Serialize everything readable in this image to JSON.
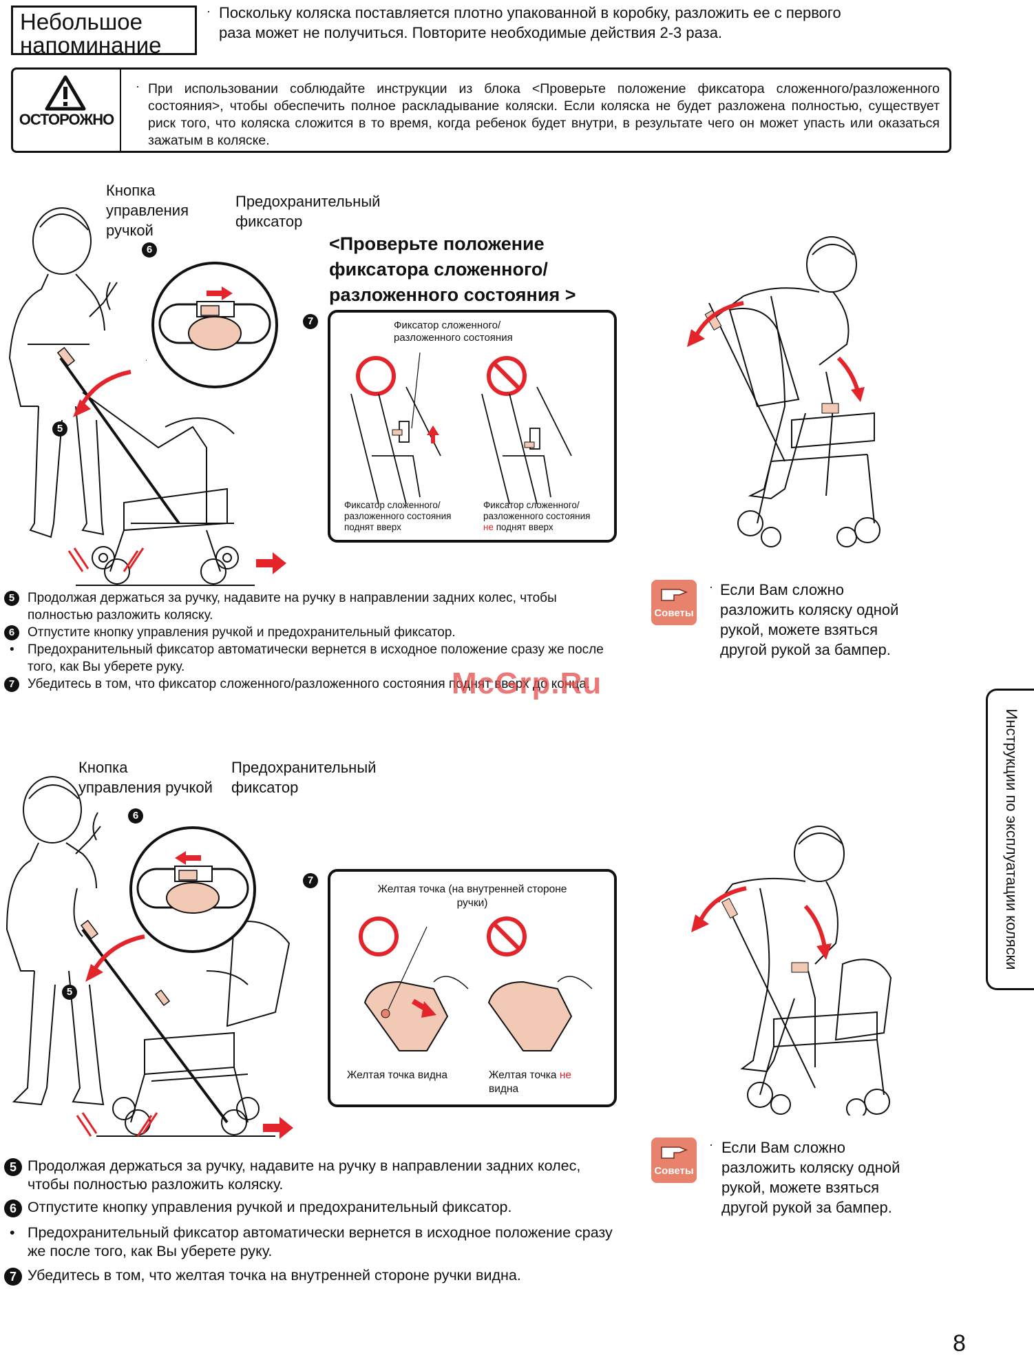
{
  "reminder": {
    "label_line1": "Небольшое",
    "label_line2": "напоминание",
    "text": "Поскольку коляска поставляется плотно упакованной в коробку, разложить ее с первого раза может не получиться. Повторите необходимые действия 2-3 раза."
  },
  "caution": {
    "label": "ОСТОРОЖНО",
    "text": "При использовании соблюдайте инструкции из блока <Проверьте положение фиксатора сложенного/разложенного состояния>, чтобы обеспечить полное раскладывание коляски. Если коляска не будет разложена полностью, существует риск того, что коляска сложится в то время, когда ребенок будет внутри, в результате чего он может упасть или оказаться зажатым в коляске."
  },
  "section1": {
    "label_button": [
      "Кнопка",
      "управления",
      "ручкой"
    ],
    "label_lock": [
      "Предохранительный",
      "фиксатор"
    ],
    "heading": [
      "<Проверьте положение",
      "фиксатора сложенного/",
      "разложенного состояния >"
    ],
    "panel_title": [
      "Фиксатор сложенного/",
      "разложенного состояния"
    ],
    "panel_ok": [
      "Фиксатор сложенного/",
      "разложенного состояния",
      "поднят вверх"
    ],
    "panel_ng_line1": "Фиксатор сложенного/",
    "panel_ng_line2": "разложенного состояния",
    "panel_ng_not": "не",
    "panel_ng_rest": " поднят вверх",
    "steps": [
      {
        "n": "5",
        "text": "Продолжая держаться за ручку, надавите на ручку в направлении задних колес, чтобы полностью разложить коляску."
      },
      {
        "n": "6",
        "text": "Отпустите кнопку управления ручкой и предохранительный фиксатор."
      },
      {
        "n": "•",
        "text": "Предохранительный фиксатор автоматически вернется в исходное положение сразу же после того, как Вы уберете руку."
      },
      {
        "n": "7",
        "text": "Убедитесь в том, что фиксатор сложенного/разложенного состояния поднят вверх до конца."
      }
    ],
    "tips_label": "Советы",
    "tips_text": [
      "Если Вам сложно",
      "разложить коляску одной",
      "рукой, можете взяться",
      "другой рукой за бампер."
    ]
  },
  "section2": {
    "label_button": [
      "Кнопка",
      "управления ручкой"
    ],
    "label_lock": [
      "Предохранительный",
      "фиксатор"
    ],
    "panel_title": [
      "Желтая точка (на внутренней стороне",
      "ручки)"
    ],
    "panel_ok": "Желтая точка видна",
    "panel_ng_pre": "Желтая точка ",
    "panel_ng_not": "не",
    "panel_ng_rest": "видна",
    "steps": [
      {
        "n": "5",
        "text": "Продолжая держаться за ручку, надавите на ручку в направлении задних колес, чтобы полностью разложить коляску."
      },
      {
        "n": "6",
        "text": "Отпустите кнопку управления ручкой и предохранительный фиксатор."
      },
      {
        "n": "•",
        "text": "Предохранительный фиксатор автоматически вернется в исходное положение сразу же после того, как Вы уберете руку."
      },
      {
        "n": "7",
        "text": "Убедитесь в том, что желтая точка на внутренней стороне ручки видна."
      }
    ],
    "tips_label": "Советы",
    "tips_text": [
      "Если Вам сложно",
      "разложить коляску одной",
      "рукой, можете взяться",
      "другой рукой за бампер."
    ]
  },
  "badges": {
    "b5": "5",
    "b6": "6",
    "b7": "7"
  },
  "side_tab": "Инструкции по эксплуатации коляски",
  "page_number": "8",
  "watermark": "McGrp.Ru",
  "colors": {
    "accent_red": "#e3242b",
    "tips_bg": "#e8826d",
    "illustration_peach": "#f2c9b4"
  }
}
